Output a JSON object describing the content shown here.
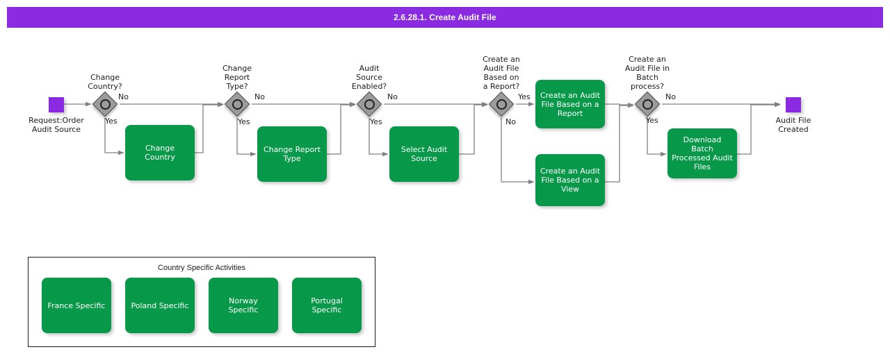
{
  "titlebar": {
    "title": "2.6.28.1. Create Audit File",
    "background": "#8A2BE2",
    "text_color": "#ffffff"
  },
  "theme": {
    "task_fill": "#079949",
    "task_text": "#ffffff",
    "event_fill": "#8A2BE2",
    "gateway_fill": "#9b9b9b",
    "gateway_stroke": "#4a4a4a",
    "connector": "#808080",
    "label_text": "#1a1a1a"
  },
  "diagram": {
    "type": "bpmn-flowchart",
    "start_event": {
      "name": "start-event",
      "label": "Request:Order\nAudit Source"
    },
    "end_event": {
      "name": "end-event",
      "label": "Audit File\nCreated"
    },
    "gateways": [
      {
        "id": "gw1",
        "label": "Change\nCountry?",
        "yes": "Yes",
        "no": "No"
      },
      {
        "id": "gw2",
        "label": "Change\nReport\nType?",
        "yes": "Yes",
        "no": "No"
      },
      {
        "id": "gw3",
        "label": "Audit\nSource\nEnabled?",
        "yes": "Yes",
        "no": "No"
      },
      {
        "id": "gw4",
        "label": "Create an\nAudit File\nBased on\na Report?",
        "yes": "Yes",
        "no": "No"
      },
      {
        "id": "gw5",
        "label": "Create an\nAudit File in\nBatch\nprocess?",
        "yes": "Yes",
        "no": "No"
      }
    ],
    "tasks": [
      {
        "id": "t1",
        "label": "Change\nCountry"
      },
      {
        "id": "t2",
        "label": "Change Report\nType"
      },
      {
        "id": "t3",
        "label": "Select Audit\nSource"
      },
      {
        "id": "t4",
        "label": "Create an Audit\nFile Based on a\nReport"
      },
      {
        "id": "t5",
        "label": "Create an Audit\nFile Based on a\nView"
      },
      {
        "id": "t6",
        "label": "Download Batch\nProcessed Audit\nFiles"
      }
    ]
  },
  "group": {
    "title": "Country Specific Activities",
    "items": [
      {
        "id": "g1",
        "label": "France Specific"
      },
      {
        "id": "g2",
        "label": "Poland Specific"
      },
      {
        "id": "g3",
        "label": "Norway Specific"
      },
      {
        "id": "g4",
        "label": "Portugal Specific"
      }
    ]
  }
}
